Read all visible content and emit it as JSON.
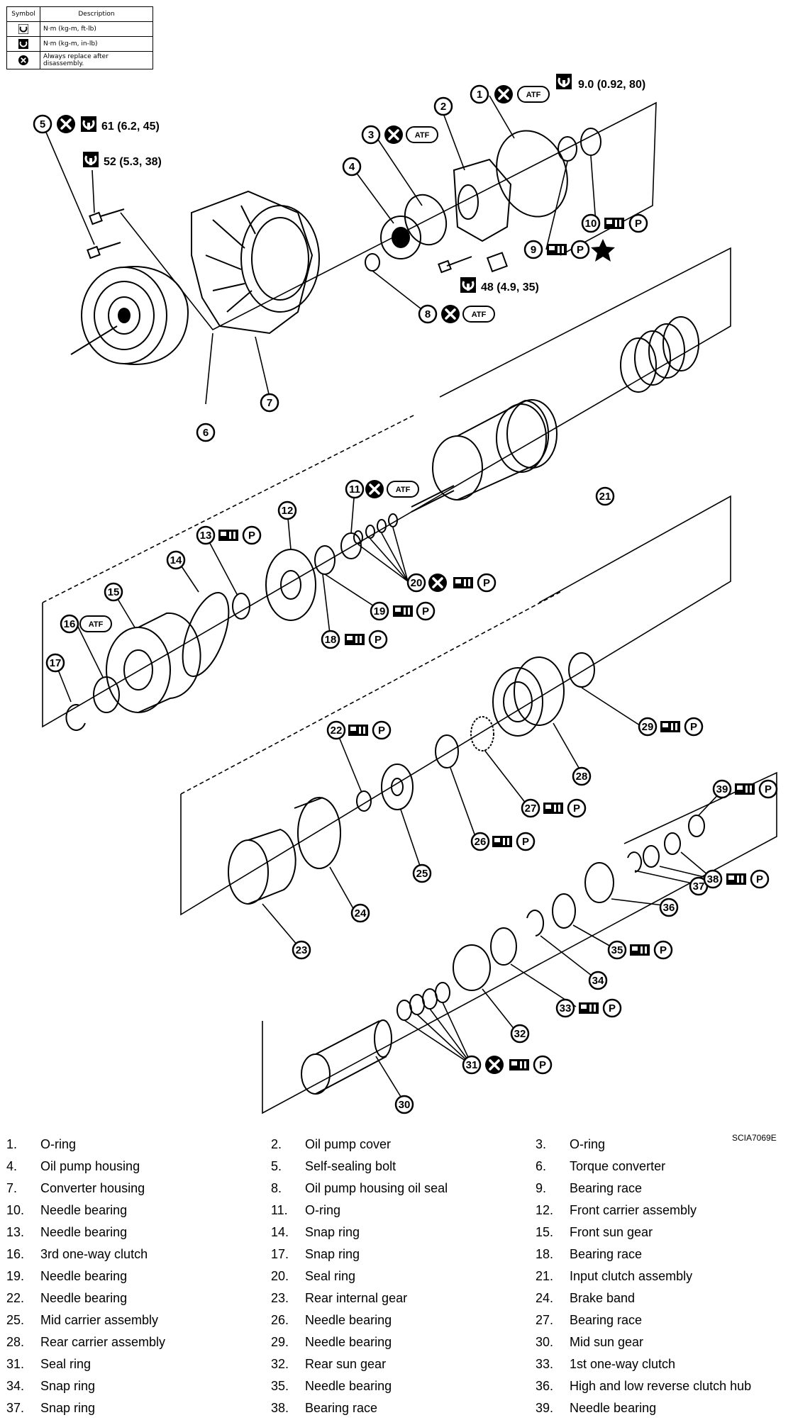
{
  "legend": {
    "headers": {
      "symbol": "Symbol",
      "description": "Description"
    },
    "rows": [
      {
        "icon": "torque-wrench-icon",
        "description": "N·m (kg-m, ft-lb)"
      },
      {
        "icon": "torque-wrench-filled-icon",
        "description": "N·m (kg-m, in-lb)"
      },
      {
        "icon": "replace-x-icon",
        "description": "Always replace after disassembly."
      }
    ]
  },
  "callouts": {
    "c1": "1",
    "c2": "2",
    "c3": "3",
    "c4": "4",
    "c5": "5",
    "c6": "6",
    "c7": "7",
    "c8": "8",
    "c9": "9",
    "c10": "10",
    "c11": "11",
    "c12": "12",
    "c13": "13",
    "c14": "14",
    "c15": "15",
    "c16": "16",
    "c17": "17",
    "c18": "18",
    "c19": "19",
    "c20": "20",
    "c21": "21",
    "c22": "22",
    "c23": "23",
    "c24": "24",
    "c25": "25",
    "c26": "26",
    "c27": "27",
    "c28": "28",
    "c29": "29",
    "c30": "30",
    "c31": "31",
    "c32": "32",
    "c33": "33",
    "c34": "34",
    "c35": "35",
    "c36": "36",
    "c37": "37",
    "c38": "38",
    "c39": "39"
  },
  "torques": {
    "t1": "9.0  (0.92,  80)",
    "t2": "61  (6.2,  45)",
    "t3": "52  (5.3,  38)",
    "t4": "48  (4.9,  35)"
  },
  "badges": {
    "atf": "ATF",
    "p": "P"
  },
  "figure_code": "SCIA7069E",
  "parts": [
    {
      "num": "1.",
      "name": "O-ring"
    },
    {
      "num": "2.",
      "name": "Oil pump cover"
    },
    {
      "num": "3.",
      "name": "O-ring"
    },
    {
      "num": "4.",
      "name": "Oil pump housing"
    },
    {
      "num": "5.",
      "name": "Self-sealing bolt"
    },
    {
      "num": "6.",
      "name": "Torque converter"
    },
    {
      "num": "7.",
      "name": "Converter housing"
    },
    {
      "num": "8.",
      "name": "Oil pump housing oil seal"
    },
    {
      "num": "9.",
      "name": "Bearing race"
    },
    {
      "num": "10.",
      "name": "Needle bearing"
    },
    {
      "num": "11.",
      "name": "O-ring"
    },
    {
      "num": "12.",
      "name": "Front carrier assembly"
    },
    {
      "num": "13.",
      "name": "Needle bearing"
    },
    {
      "num": "14.",
      "name": "Snap ring"
    },
    {
      "num": "15.",
      "name": "Front sun gear"
    },
    {
      "num": "16.",
      "name": "3rd one-way clutch"
    },
    {
      "num": "17.",
      "name": "Snap ring"
    },
    {
      "num": "18.",
      "name": "Bearing race"
    },
    {
      "num": "19.",
      "name": "Needle bearing"
    },
    {
      "num": "20.",
      "name": "Seal ring"
    },
    {
      "num": "21.",
      "name": "Input clutch assembly"
    },
    {
      "num": "22.",
      "name": "Needle bearing"
    },
    {
      "num": "23.",
      "name": "Rear internal gear"
    },
    {
      "num": "24.",
      "name": "Brake band"
    },
    {
      "num": "25.",
      "name": "Mid carrier assembly"
    },
    {
      "num": "26.",
      "name": "Needle bearing"
    },
    {
      "num": "27.",
      "name": "Bearing race"
    },
    {
      "num": "28.",
      "name": "Rear carrier assembly"
    },
    {
      "num": "29.",
      "name": "Needle bearing"
    },
    {
      "num": "30.",
      "name": "Mid sun gear"
    },
    {
      "num": "31.",
      "name": "Seal ring"
    },
    {
      "num": "32.",
      "name": "Rear sun gear"
    },
    {
      "num": "33.",
      "name": "1st one-way clutch"
    },
    {
      "num": "34.",
      "name": "Snap ring"
    },
    {
      "num": "35.",
      "name": "Needle bearing"
    },
    {
      "num": "36.",
      "name": "High and low reverse clutch hub"
    },
    {
      "num": "37.",
      "name": "Snap ring"
    },
    {
      "num": "38.",
      "name": "Bearing race"
    },
    {
      "num": "39.",
      "name": "Needle bearing"
    }
  ]
}
